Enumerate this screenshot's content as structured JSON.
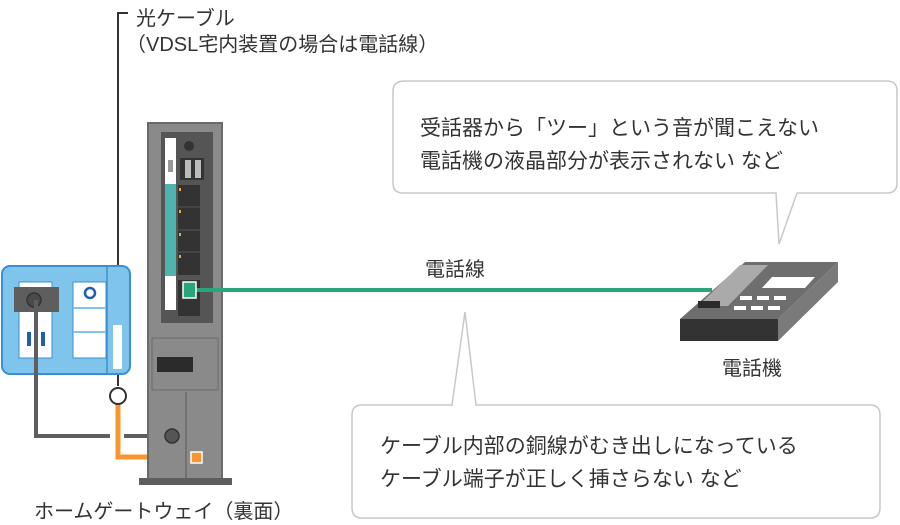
{
  "labels": {
    "fiber_cable": "光ケーブル",
    "fiber_cable_note": "（VDSL宅内装置の場合は電話線）",
    "phone_line": "電話線",
    "telephone": "電話機",
    "home_gateway": "ホームゲートウェイ（裏面）"
  },
  "bubble_top": {
    "line1": "受話器から「ツー」という音が聞こえない",
    "line2": "電話機の液晶部分が表示されない など"
  },
  "bubble_bottom": {
    "line1": "ケーブル内部の銅線がむき出しになっている",
    "line2": "ケーブル端子が正しく挿さらない など"
  },
  "colors": {
    "phone_line": "#2aa57a",
    "fiber_line": "#f7962e",
    "wall_plate": "#7fc4ea",
    "router": "#8a8a8a",
    "teal_strip": "#4fb3b0"
  }
}
